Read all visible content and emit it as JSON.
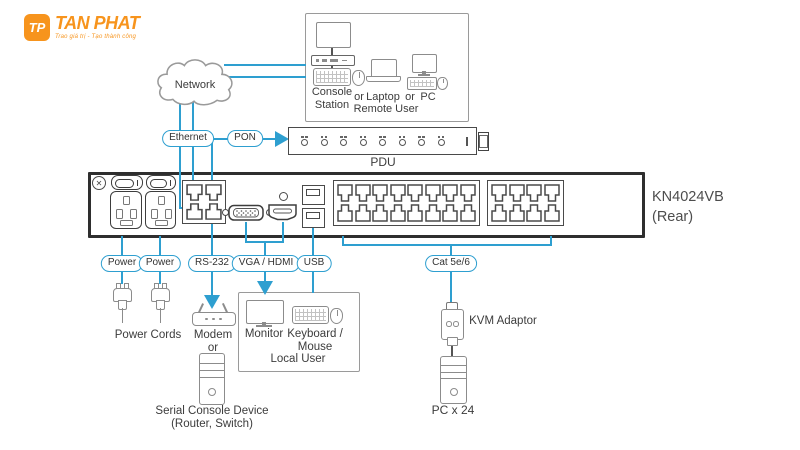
{
  "logo": {
    "badge": "TP",
    "title": "TAN PHAT",
    "tagline": "Trao giá trị - Tạo thành công"
  },
  "network": {
    "label": "Network"
  },
  "remote_user": {
    "console_station": "Console Station",
    "or_1": "or",
    "laptop_label": "Laptop",
    "or_2": "or",
    "pc_label": "PC",
    "caption": "Remote User"
  },
  "pdu": {
    "label": "PDU"
  },
  "device": {
    "model": "KN4024VB",
    "view": "(Rear)"
  },
  "connections": {
    "ethernet": "Ethernet",
    "pon": "PON",
    "power_1": "Power",
    "power_2": "Power",
    "rs232": "RS-232",
    "vga_hdmi": "VGA / HDMI",
    "usb": "USB",
    "cat5e6": "Cat 5e/6"
  },
  "peripherals": {
    "power_cords": "Power Cords",
    "modem": "Modem",
    "or": "or",
    "serial_console_device": "Serial Console Device",
    "serial_console_examples": "(Router, Switch)",
    "monitor": "Monitor",
    "keyboard_mouse": "Keyboard / Mouse",
    "local_user": "Local User",
    "kvm_adaptor": "KVM Adaptor",
    "pc_count": "PC x 24"
  },
  "colors": {
    "accent_blue": "#2E9FD0",
    "logo_orange": "#F7941D",
    "panel_border": "#2E2E2E",
    "icon_gray": "#8C8C8C",
    "text": "#3C3C3C"
  }
}
